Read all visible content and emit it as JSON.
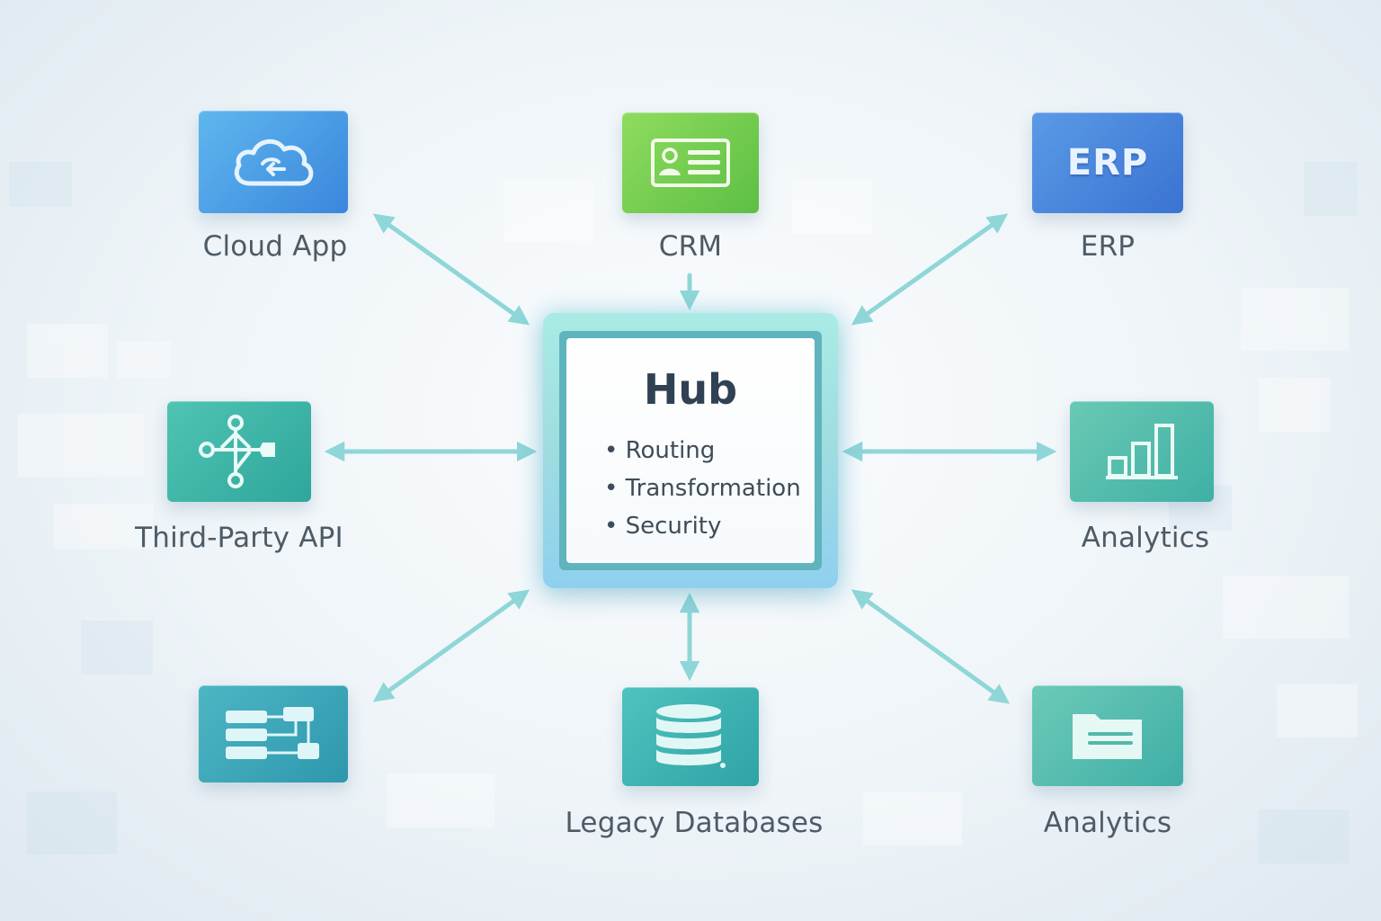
{
  "hub": {
    "title": "Hub",
    "features": [
      "Routing",
      "Transformation",
      "Security"
    ]
  },
  "nodes": [
    {
      "id": "cloud-app",
      "label": "Cloud App",
      "icon": "cloud-sync-icon"
    },
    {
      "id": "crm",
      "label": "CRM",
      "icon": "contact-card-icon"
    },
    {
      "id": "erp",
      "label": "ERP",
      "icon": "erp-badge-icon",
      "badge_text": "ERP"
    },
    {
      "id": "third-party-api",
      "label": "Third-Party API",
      "icon": "network-nodes-icon"
    },
    {
      "id": "analytics-1",
      "label": "Analytics",
      "icon": "bar-chart-icon"
    },
    {
      "id": "workflow",
      "label": "",
      "icon": "workflow-icon"
    },
    {
      "id": "legacy-databases",
      "label": "Legacy Databases",
      "icon": "database-icon"
    },
    {
      "id": "analytics-2",
      "label": "Analytics",
      "icon": "folder-icon"
    }
  ],
  "colors": {
    "cloud": "#3d8fe0",
    "crm": "#6ccb48",
    "erp": "#3f7fd8",
    "teal": "#39b3a8",
    "arrow": "#8fd6d8",
    "hub_border": "#5fb4bd"
  }
}
